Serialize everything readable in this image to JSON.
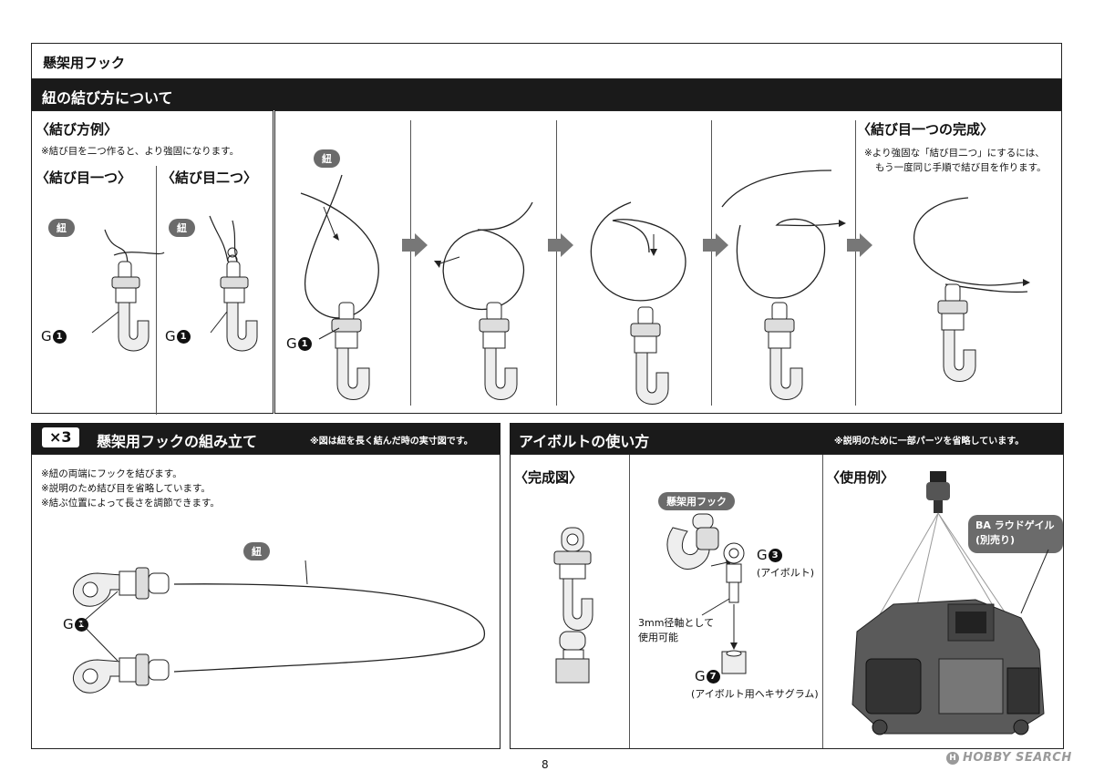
{
  "page_header": {
    "title": "懸架用フック"
  },
  "knot_section": {
    "title": "紐の結び方について",
    "examples_title": "〈結び方例〉",
    "examples_note": "※結び目を二つ作ると、より強固になります。",
    "single_knot_label": "〈結び目一つ〉",
    "double_knot_label": "〈結び目二つ〉",
    "string_label": "紐",
    "part_letter": "G",
    "part_number": "1",
    "complete_title": "〈結び目一つの完成〉",
    "complete_note_1": "※より強固な「結び目二つ」にするには、",
    "complete_note_2": "もう一度同じ手順で結び目を作ります。"
  },
  "assembly_section": {
    "count": "×3",
    "title": "懸架用フックの組み立て",
    "note": "※図は紐を長く結んだ時の実寸図です。",
    "notes": [
      "※紐の両端にフックを結びます。",
      "※説明のため結び目を省略しています。",
      "※結ぶ位置によって長さを調節できます。"
    ],
    "string_label": "紐",
    "part_letter": "G",
    "part_number": "1"
  },
  "eyebolt_section": {
    "title": "アイボルトの使い方",
    "note": "※説明のために一部パーツを省略しています。",
    "complete_label": "〈完成図〉",
    "usage_label": "〈使用例〉",
    "hook_label": "懸架用フック",
    "g3_letter": "G",
    "g3_number": "3",
    "g3_desc": "(アイボルト)",
    "shaft_note_1": "3mm径軸として",
    "shaft_note_2": "使用可能",
    "g7_letter": "G",
    "g7_number": "7",
    "g7_desc": "(アイボルト用ヘキサグラム)",
    "product_label_1": "BA ラウドゲイル",
    "product_label_2": "(別売り)"
  },
  "footer": {
    "page_number": "8",
    "watermark": "HOBBY SEARCH"
  },
  "colors": {
    "bar": "#1a1a1a",
    "pill": "#6b6b6b",
    "arrow": "#777777",
    "watermark": "#9a9a9a"
  }
}
